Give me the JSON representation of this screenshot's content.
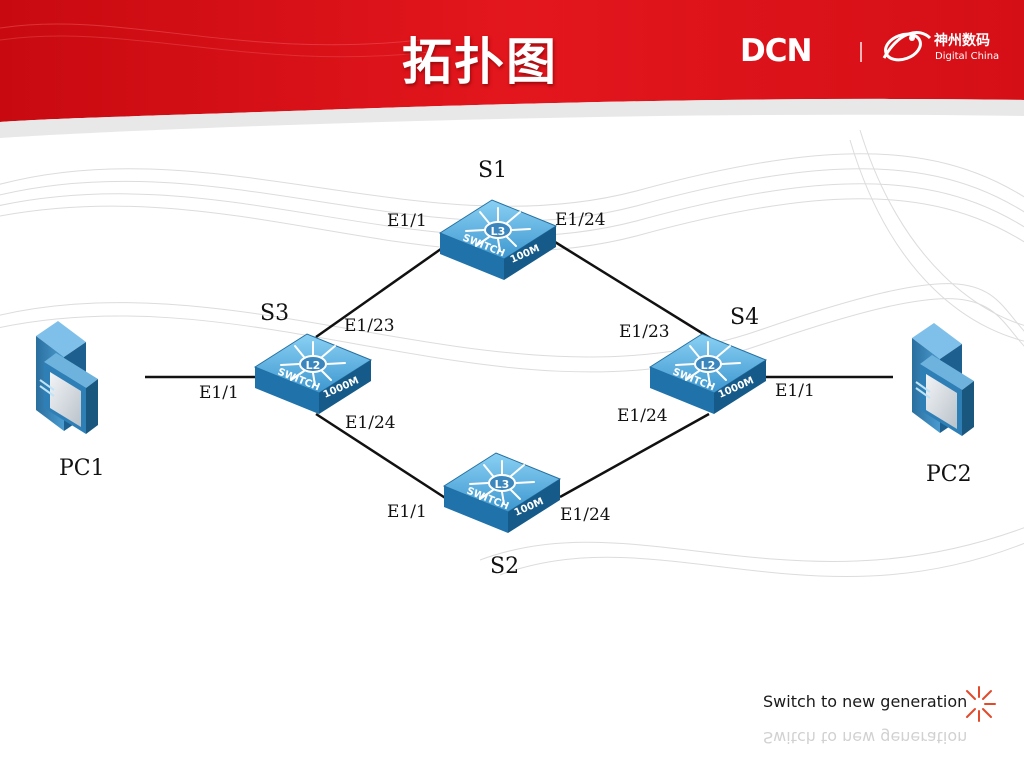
{
  "slide": {
    "title": "拓扑图",
    "logo": {
      "brand": "DCN",
      "company_cn": "神州数码",
      "company_en": "Digital China"
    },
    "tagline": "Switch to new generation"
  },
  "colors": {
    "header_red": "#e0141b",
    "link_line": "#111111",
    "device_blue": "#3f8cc4"
  },
  "topology": {
    "devices": [
      {
        "id": "S1",
        "label": "S1",
        "type": "l3-switch",
        "badge": "L3",
        "speed": "100M",
        "icon": "l3-switch-icon"
      },
      {
        "id": "S2",
        "label": "S2",
        "type": "l3-switch",
        "badge": "L3",
        "speed": "100M",
        "icon": "l3-switch-icon"
      },
      {
        "id": "S3",
        "label": "S3",
        "type": "l2-switch",
        "badge": "L2",
        "speed": "1000M",
        "icon": "l2-switch-icon"
      },
      {
        "id": "S4",
        "label": "S4",
        "type": "l2-switch",
        "badge": "L2",
        "speed": "1000M",
        "icon": "l2-switch-icon"
      },
      {
        "id": "PC1",
        "label": "PC1",
        "type": "pc",
        "icon": "computer-icon"
      },
      {
        "id": "PC2",
        "label": "PC2",
        "type": "pc",
        "icon": "computer-icon"
      }
    ],
    "links": [
      {
        "from": "PC1",
        "to": "S3",
        "to_port": "E1/1"
      },
      {
        "from": "S3",
        "from_port": "E1/23",
        "to": "S1",
        "to_port": "E1/1"
      },
      {
        "from": "S1",
        "from_port": "E1/24",
        "to": "S4",
        "to_port": "E1/23"
      },
      {
        "from": "S3",
        "from_port": "E1/24",
        "to": "S2",
        "to_port": "E1/1"
      },
      {
        "from": "S2",
        "from_port": "E1/24",
        "to": "S4",
        "to_port": "E1/24"
      },
      {
        "from": "S4",
        "from_port": "E1/1",
        "to": "PC2"
      }
    ],
    "port_labels": {
      "s1_e1_1": "E1/1",
      "s1_e1_24": "E1/24",
      "s3_e1_23": "E1/23",
      "s4_e1_23": "E1/23",
      "s3_e1_1": "E1/1",
      "s4_e1_1": "E1/1",
      "s3_e1_24": "E1/24",
      "s4_e1_24": "E1/24",
      "s2_e1_1": "E1/1",
      "s2_e1_24": "E1/24"
    }
  }
}
